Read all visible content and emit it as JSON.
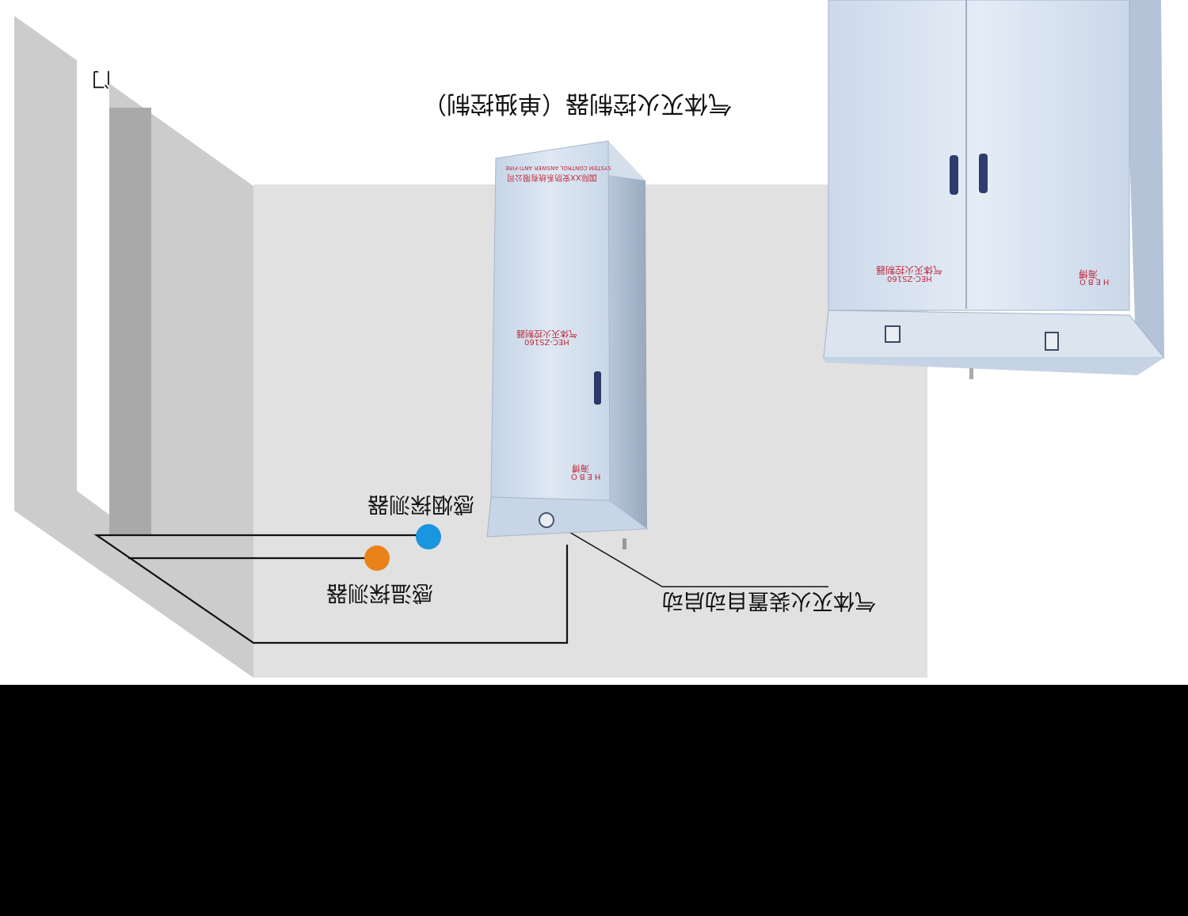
{
  "labels": {
    "door": "门",
    "title": "气体灭火控制器（单独控制）",
    "smoke_detector": "感烟探测器",
    "heat_detector": "感温探测器",
    "gas_release_device": "气体灭火装置自动启动"
  },
  "small_cabinet": {
    "header_cn": "国际XX安防系统有限公司",
    "header_en": "SYSTEM CONTROL ANSWER ANTI-FIRE",
    "name": "气体灭火控制器",
    "model": "HEC-ZS160",
    "brand_cn": "海博",
    "brand_en": "HEBO"
  },
  "large_cabinet": {
    "name": "气体灭火控制器",
    "model": "HEC-ZS160",
    "brand_cn": "海博",
    "brand_en": "HEBO"
  },
  "colors": {
    "floor": "#e1e1e1",
    "wall_light": "#cccccc",
    "wall_dark": "#a9a9a9",
    "cabinet": "#cfdcec",
    "smoke_dot": "#1a95e0",
    "heat_dot": "#e98219",
    "background_band": "#000000"
  }
}
